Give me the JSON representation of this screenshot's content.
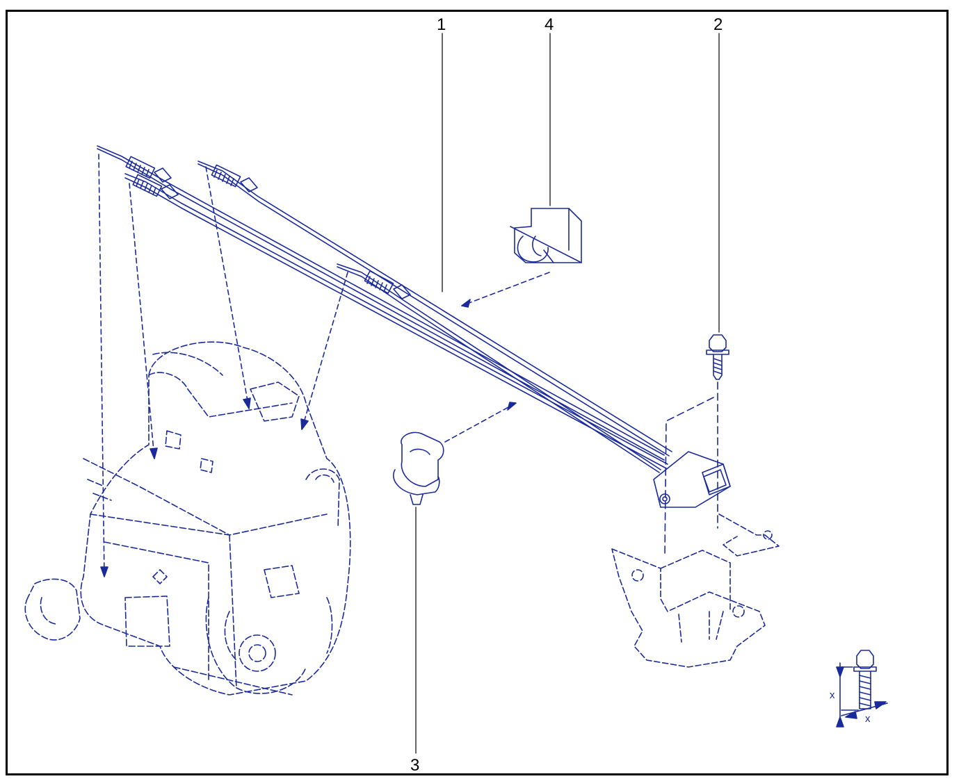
{
  "callouts": {
    "c1": "1",
    "c2": "2",
    "c3": "3",
    "c4": "4"
  },
  "dimension_marks": {
    "vertical": "x",
    "horizontal": "x"
  },
  "colors": {
    "line": "#1a2a9a",
    "frame": "#000000"
  }
}
